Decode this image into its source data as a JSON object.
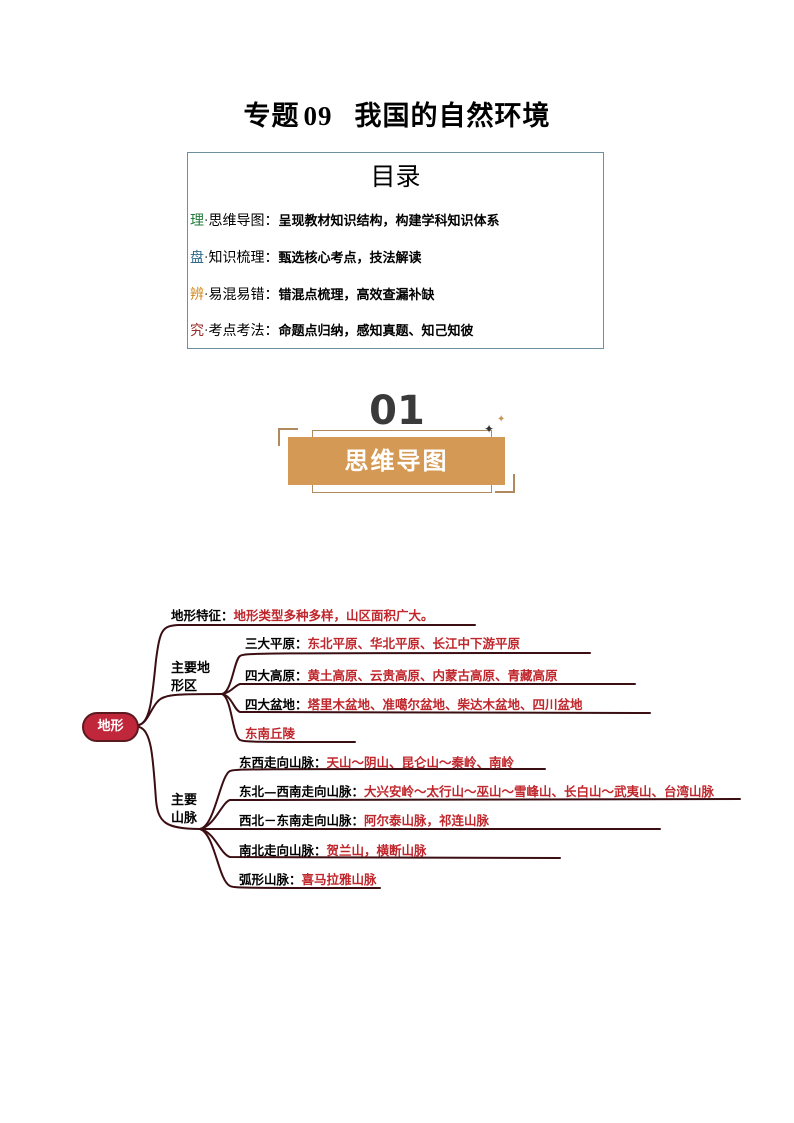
{
  "header": {
    "title_prefix": "专题",
    "title_number": "09",
    "title_text": "我国的自然环境"
  },
  "toc": {
    "heading": "目录",
    "items": [
      {
        "key": "理",
        "key_color": "#1f7a3a",
        "sep": "·",
        "label": "思维导图：",
        "desc": "呈现教材知识结构，构建学科知识体系"
      },
      {
        "key": "盘",
        "key_color": "#2e6a8a",
        "sep": "·",
        "label": "知识梳理：",
        "desc": "甄选核心考点，技法解读"
      },
      {
        "key": "辨",
        "key_color": "#d2861a",
        "sep": "·",
        "label": "易混易错：",
        "desc": "错混点梳理，高效查漏补缺"
      },
      {
        "key": "究",
        "key_color": "#9a2a2a",
        "sep": "·",
        "label": "考点考法：",
        "desc": "命题点归纳，感知真题、知己知彼"
      }
    ]
  },
  "section": {
    "number": "01",
    "label": "思维导图",
    "banner_color": "#d49a55"
  },
  "mindmap": {
    "root": "地形",
    "feature": {
      "label": "地形特征：",
      "value": "地形类型多种多样，山区面积广大。"
    },
    "landform_group": {
      "label_line1": "主要地",
      "label_line2": "形区",
      "items": [
        {
          "label": "三大平原：",
          "value": "东北平原、华北平原、长江中下游平原"
        },
        {
          "label": "四大高原：",
          "value": "黄土高原、云贵高原、内蒙古高原、青藏高原"
        },
        {
          "label": "四大盆地：",
          "value": "塔里木盆地、准噶尔盆地、柴达木盆地、四川盆地"
        },
        {
          "label": "",
          "value": "东南丘陵"
        }
      ]
    },
    "mountain_group": {
      "label_line1": "主要",
      "label_line2": "山脉",
      "items": [
        {
          "label": "东西走向山脉：",
          "value": "天山～阴山、昆仑山～秦岭、南岭"
        },
        {
          "label": "东北—西南走向山脉：",
          "value": "大兴安岭～太行山～巫山～雪峰山、长白山～武夷山、台湾山脉"
        },
        {
          "label": "西北－东南走向山脉：",
          "value": "阿尔泰山脉，祁连山脉"
        },
        {
          "label": "南北走向山脉：",
          "value": "贺兰山，横断山脉"
        },
        {
          "label": "弧形山脉：",
          "value": "喜马拉雅山脉"
        }
      ]
    },
    "colors": {
      "value": "#c0272d",
      "branch": "#3a0e12",
      "root_fill": "#c0273a"
    }
  }
}
